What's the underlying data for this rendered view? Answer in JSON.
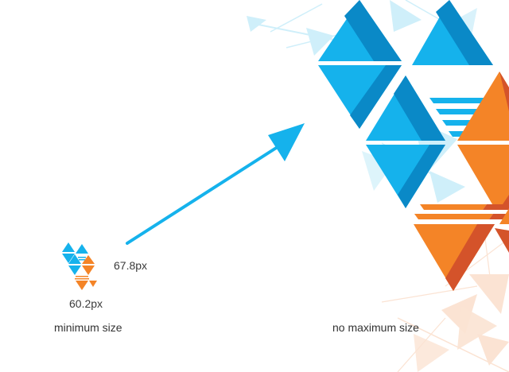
{
  "labels": {
    "height_dim": "67.8px",
    "width_dim": "60.2px",
    "min_caption": "minimum size",
    "max_caption": "no maximum size"
  },
  "colors": {
    "blue": "#15B2EC",
    "blue_dark": "#0A89C7",
    "orange": "#F48427",
    "orange_dark": "#D4532A",
    "blue_faint": "#CFEFFA",
    "orange_faint": "#FBE3D3",
    "arrow": "#15B2EC",
    "text": "#333333"
  },
  "logo": {
    "name": "triangle-mosaic-logo",
    "description_kind": "brand-mark"
  }
}
